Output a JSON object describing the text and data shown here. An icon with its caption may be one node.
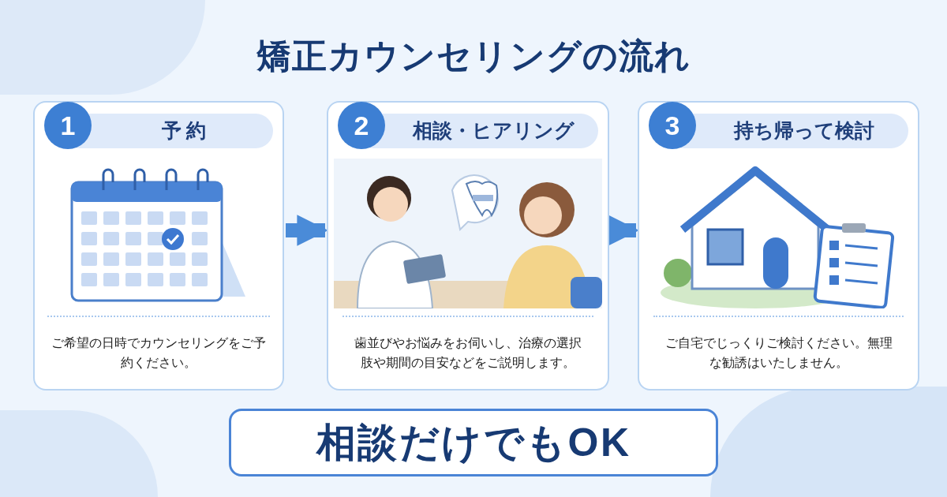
{
  "diagram": {
    "title": "矯正カウンセリングの流れ",
    "nodes": [
      {
        "text": [
          "1",
          "予 約",
          "ご希望の日時でカウンセリングをご予約ください。"
        ]
      },
      {
        "text": [
          "2",
          "相談・ヒアリング",
          "歯並びやお悩みをお伺いし、治療の選択肢や期間の目安などをご説明します。"
        ]
      },
      {
        "text": [
          "3",
          "持ち帰って検討",
          "ご自宅でじっくりご検討ください。無理な勧誘はいたしません。"
        ]
      },
      {
        "text": [
          "相談だけでもOK"
        ]
      }
    ],
    "edges": [
      {
        "from": 0,
        "to": 1,
        "arrow": "to"
      },
      {
        "from": 1,
        "to": 2,
        "arrow": "to"
      }
    ]
  }
}
